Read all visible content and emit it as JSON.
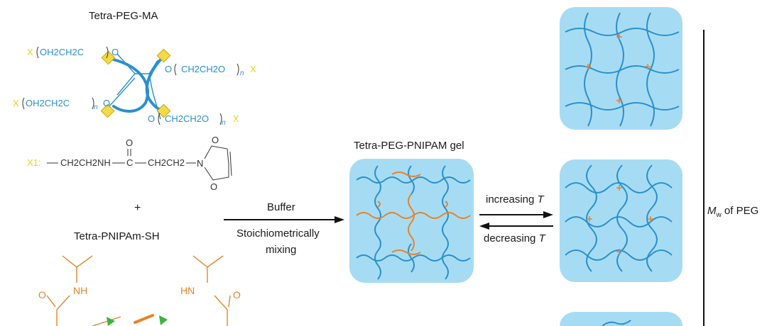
{
  "labels": {
    "tetra_peg_ma": "Tetra-PEG-MA",
    "plus": "+",
    "tetra_pnipam_sh": "Tetra-PNIPAm-SH",
    "buffer": "Buffer",
    "mixing_line1": "Stoichiometrically",
    "mixing_line2": "mixing",
    "gel_title": "Tetra-PEG-PNIPAM gel",
    "increasing": "increasing",
    "decreasing": "decreasing",
    "temp_symbol": "T",
    "mw_symbol": "M",
    "mw_subscript": "w",
    "mw_suffix": " of PEG"
  },
  "chem": {
    "x1": "X",
    "x1_sub": "1",
    "x1_colon": "X1:",
    "chain_oh": "OH2CH2C",
    "chain_ch": "CH2CH2O",
    "n": "n",
    "o": "O",
    "linker_left": "CH2CH2NH",
    "linker_c": "C",
    "linker_right": "CH2CH2",
    "n_atom": "N",
    "nh": "NH",
    "hn": "HN"
  },
  "colors": {
    "peg_blue": "#2a8fd0",
    "pnipam_orange": "#e8822a",
    "x1_yellow": "#e6d21a",
    "maleimide_yellow": "#f5d94a",
    "gel_bg": "#a6dcf3",
    "green": "#3fb23f"
  }
}
